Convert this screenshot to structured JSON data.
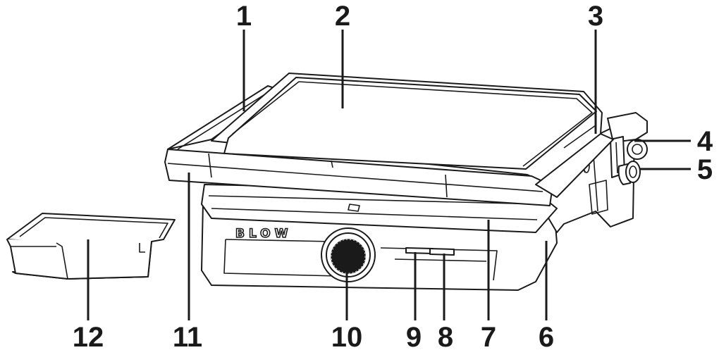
{
  "diagram": {
    "brand_text": "BLOW",
    "callouts": [
      {
        "id": "1",
        "label": "1"
      },
      {
        "id": "2",
        "label": "2"
      },
      {
        "id": "3",
        "label": "3"
      },
      {
        "id": "4",
        "label": "4"
      },
      {
        "id": "5",
        "label": "5"
      },
      {
        "id": "6",
        "label": "6"
      },
      {
        "id": "7",
        "label": "7"
      },
      {
        "id": "8",
        "label": "8"
      },
      {
        "id": "9",
        "label": "9"
      },
      {
        "id": "10",
        "label": "10"
      },
      {
        "id": "11",
        "label": "11"
      },
      {
        "id": "12",
        "label": "12"
      }
    ]
  }
}
